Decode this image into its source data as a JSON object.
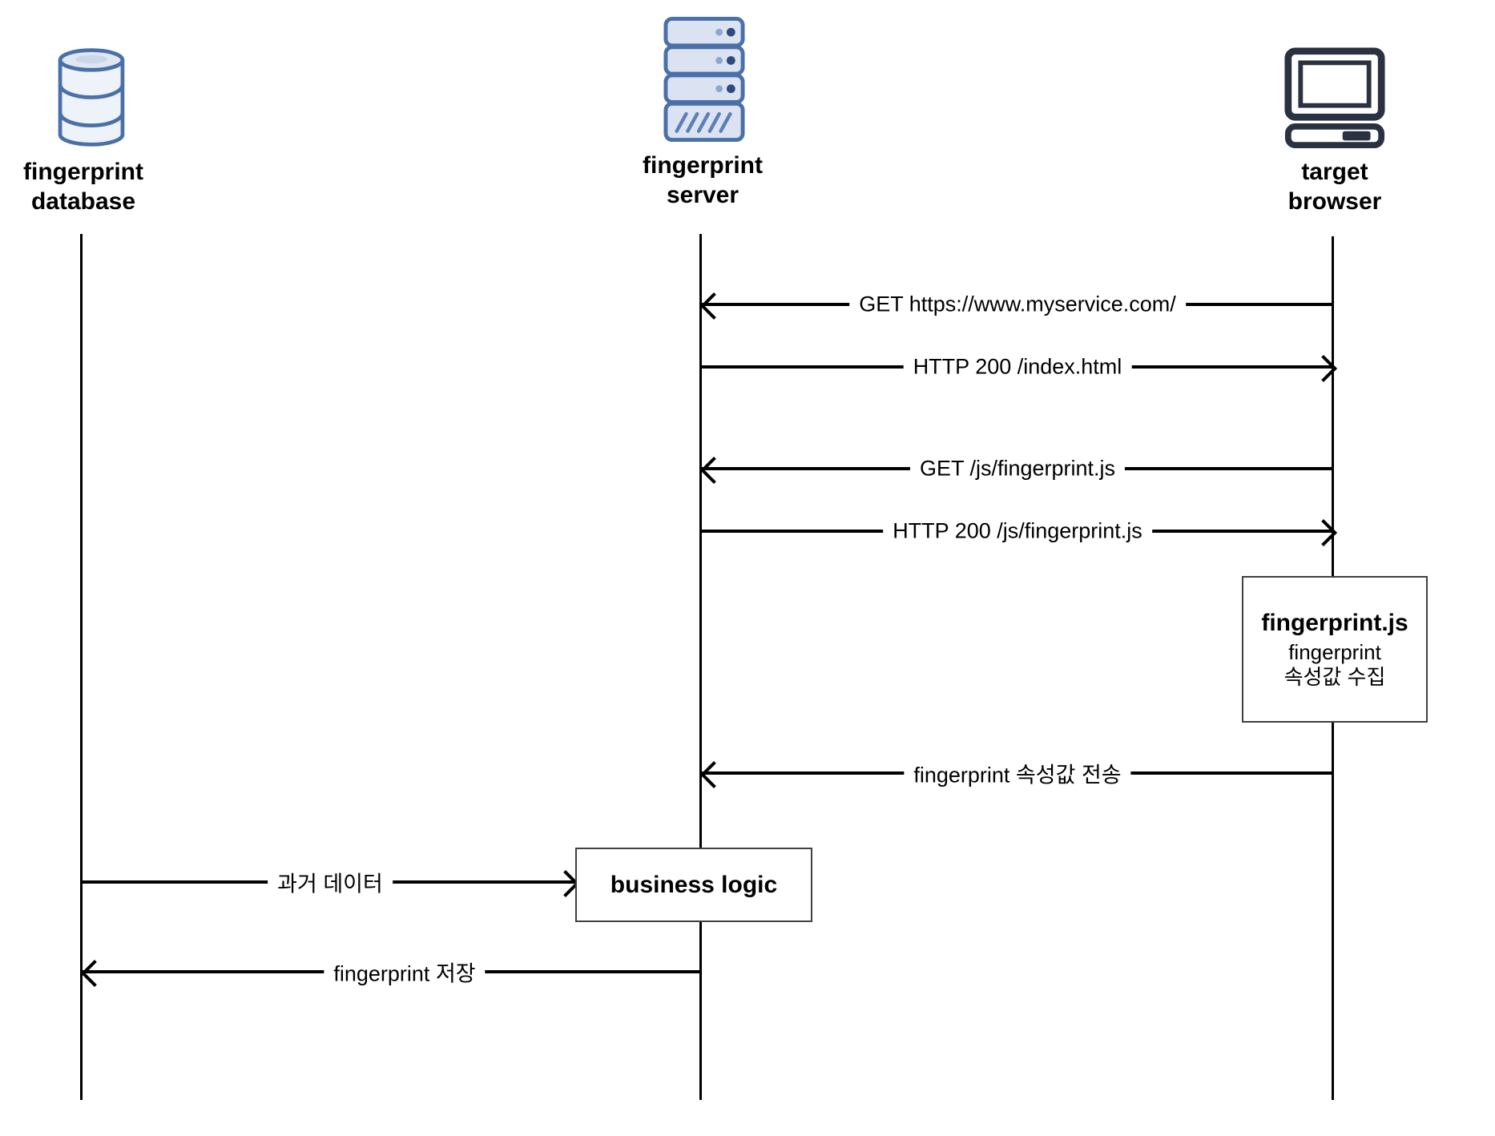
{
  "diagram": {
    "actors": [
      {
        "id": "fingerprint-database",
        "line1": "fingerprint",
        "line2": "database",
        "icon": "database-icon"
      },
      {
        "id": "fingerprint-server",
        "line1": "fingerprint",
        "line2": "server",
        "icon": "server-icon"
      },
      {
        "id": "target-browser",
        "line1": "target",
        "line2": "browser",
        "icon": "browser-icon"
      }
    ],
    "messages": [
      {
        "label": "GET https://www.myservice.com/",
        "from": "target-browser",
        "to": "fingerprint-server",
        "direction": "left"
      },
      {
        "label": "HTTP 200 /index.html",
        "from": "fingerprint-server",
        "to": "target-browser",
        "direction": "right"
      },
      {
        "label": "GET /js/fingerprint.js",
        "from": "target-browser",
        "to": "fingerprint-server",
        "direction": "left"
      },
      {
        "label": "HTTP 200 /js/fingerprint.js",
        "from": "fingerprint-server",
        "to": "target-browser",
        "direction": "right"
      },
      {
        "label": "fingerprint 속성값 전송",
        "from": "target-browser",
        "to": "fingerprint-server",
        "direction": "left"
      },
      {
        "label": "과거 데이터",
        "from": "fingerprint-database",
        "to": "business-logic",
        "direction": "right"
      },
      {
        "label": "fingerprint 저장",
        "from": "fingerprint-server",
        "to": "fingerprint-database",
        "direction": "left"
      }
    ],
    "notes": [
      {
        "id": "fingerprintjs-note",
        "title": "fingerprint.js",
        "lines": [
          "fingerprint",
          "속성값 수집"
        ]
      },
      {
        "id": "business-logic-box",
        "title": "business logic"
      }
    ],
    "colors": {
      "line": "#000000",
      "box_border": "#404040",
      "icon_blue_stroke": "#4a70a8",
      "icon_blue_fill": "#dbe3f3",
      "db_fill": "#eef2f9",
      "db_top_fill": "#dfe7f3",
      "browser_dark": "#2a3242"
    }
  }
}
